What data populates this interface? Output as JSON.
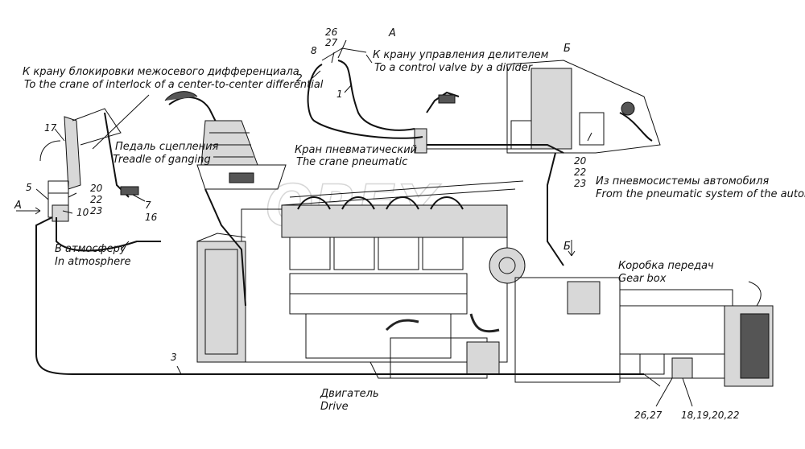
{
  "labels": {
    "interlock_ru": "К крану блокировки межосевого дифференциала",
    "interlock_en": "To the crane of interlock of a center-to-center differential",
    "divider_ru": "К крану управления делителем",
    "divider_en": "To a control valve by a divider",
    "pedal_ru": "Педаль сцепления",
    "pedal_en": "Treadle of ganging",
    "crane_ru": "Кран пневматический",
    "crane_en": "The crane pneumatic",
    "pneumo_ru": "Из пневмосистемы автомобиля",
    "pneumo_en": "From the pneumatic system of the automobile",
    "atmos_ru": "В атмосферу",
    "atmos_en": "In atmosphere",
    "gearbox_ru": "Коробка передач",
    "gearbox_en": "Gear box",
    "engine_ru": "Двигатель",
    "engine_en": "Drive",
    "view_a_top": "А",
    "view_a_left": "А",
    "view_b_top": "Б",
    "view_b_mid": "Б"
  },
  "callouts": {
    "n26_top": "26",
    "n27_top": "27",
    "n8": "8",
    "n2": "2",
    "n1": "1",
    "n17": "17",
    "n5": "5",
    "n20_left": "20",
    "n22_left": "22",
    "n23_left": "23",
    "n10": "10",
    "n7": "7",
    "n16": "16",
    "n20_right": "20",
    "n22_right": "22",
    "n23_right": "23",
    "n3": "3",
    "n2627_bottom": "26,27",
    "n18192022": "18,19,20,22"
  },
  "watermark": "OREX"
}
